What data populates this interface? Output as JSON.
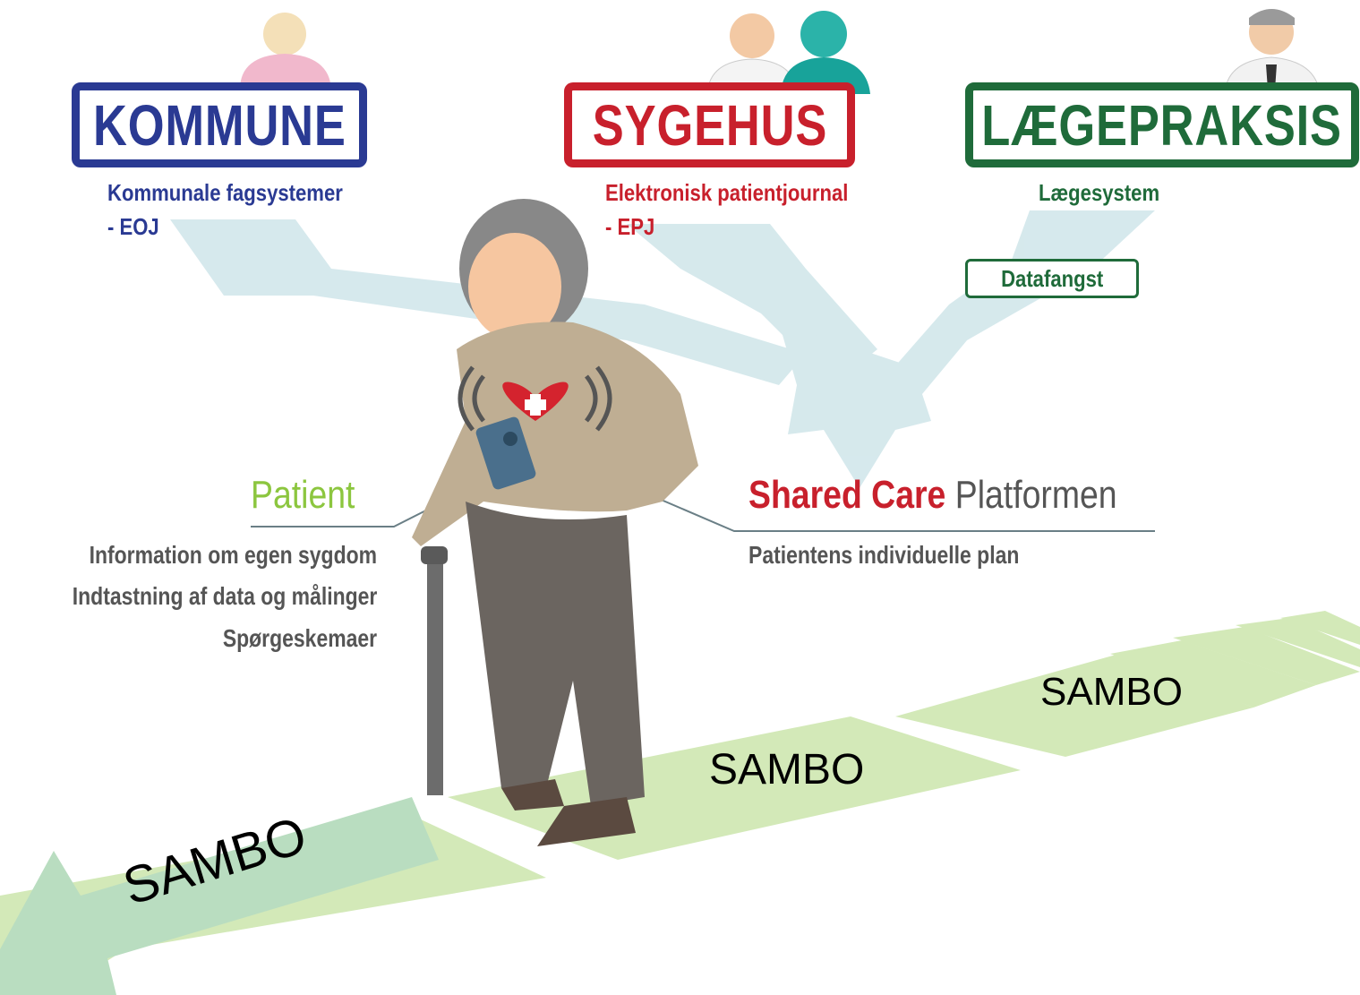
{
  "organizations": {
    "kommune": {
      "title": "KOMMUNE",
      "system_line1": "Kommunale fagsystemer",
      "system_line2": "- EOJ",
      "color": "#2a3a93"
    },
    "sygehus": {
      "title": "SYGEHUS",
      "system_line1": "Elektronisk patientjournal",
      "system_line2": "- EPJ",
      "color": "#c8202c"
    },
    "laegepraksis": {
      "title": "LÆGEPRAKSIS",
      "system_line1": "Lægesystem",
      "color": "#1f6b3a"
    }
  },
  "datafangst": {
    "label": "Datafangst",
    "color": "#1f6b3a"
  },
  "patient": {
    "label": "Patient",
    "color": "#8cc63f",
    "items": [
      "Information om egen sygdom",
      "Indtastning af data og målinger",
      "Spørgeskemaer"
    ]
  },
  "platform": {
    "label_part1": "Shared Care",
    "label_part2": "Platformen",
    "color_part1": "#c8202c",
    "color_part2": "#555555",
    "description": "Patientens individuelle plan"
  },
  "sambo_labels": [
    "SAMBO",
    "SAMBO",
    "SAMBO"
  ],
  "colors": {
    "arrow_blue": "#cfe4e8",
    "path_green": "#cde6b0",
    "arrow_green": "#a9d6a3"
  }
}
